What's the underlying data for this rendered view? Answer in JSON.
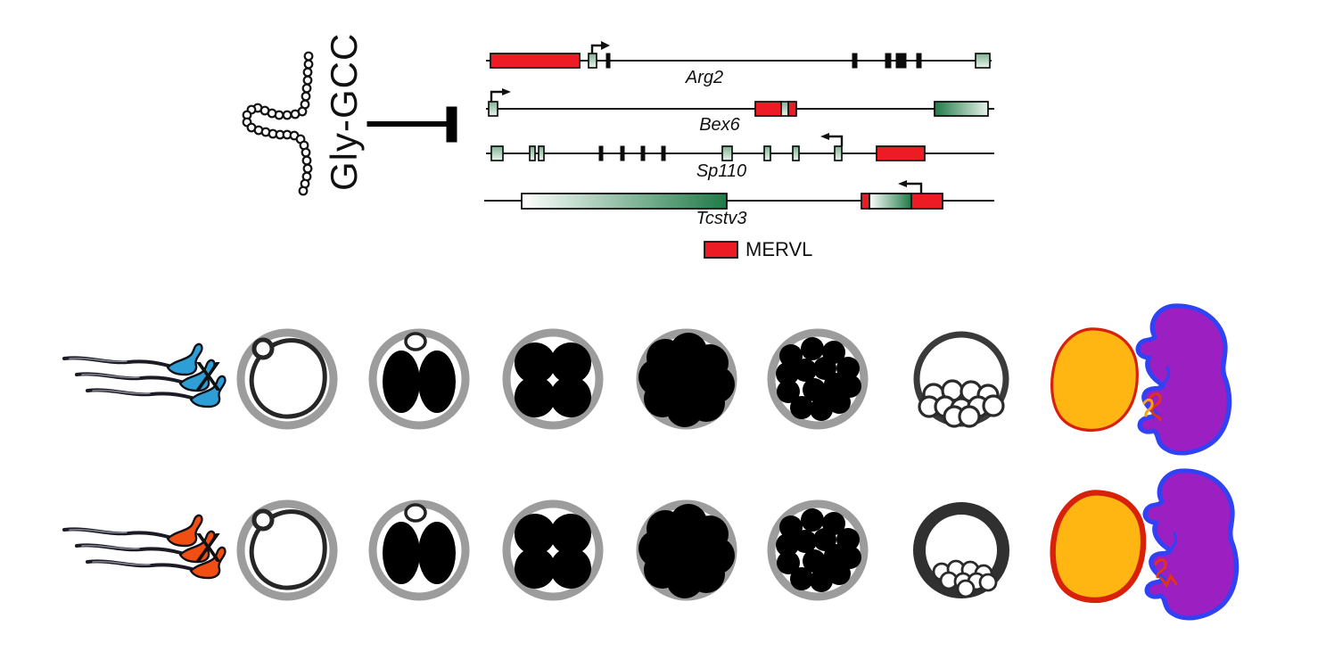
{
  "figure": {
    "trna": {
      "label": "Gly-GCC",
      "icon": "trna-5prime-fragment-icon"
    },
    "inhibition": {
      "icon": "inhibition-bar-icon"
    },
    "genes": [
      {
        "name": "Arg2"
      },
      {
        "name": "Bex6"
      },
      {
        "name": "Sp110"
      },
      {
        "name": "Tcstv3"
      }
    ],
    "legend": {
      "label": "MERVL"
    },
    "rows": [
      {
        "sperm_icon": "blue-sperm-icon",
        "cross": "X",
        "stages": [
          "zygote",
          "2-cell",
          "4-cell",
          "8-cell",
          "morula",
          "blastocyst",
          "embryo-with-placenta"
        ]
      },
      {
        "sperm_icon": "orange-sperm-icon",
        "cross": "X",
        "stages": [
          "zygote",
          "2-cell",
          "4-cell",
          "8-cell",
          "morula",
          "blastocyst",
          "embryo-with-placenta"
        ]
      }
    ],
    "colors": {
      "mervl-red": "#ED1C24",
      "exon-green-light": "#BAD8C6",
      "exon-green-dark": "#1F7A48",
      "zona-gray": "#9C9C9C",
      "blastocyst-dark": "#3A3A3A",
      "sperm-blue": "#2E9FD6",
      "sperm-orange": "#F04E12",
      "placenta-orange": "#FFB612",
      "placenta-outline-red": "#D8200A",
      "embryo-purple": "#9B1FC1",
      "embryo-outline-blue": "#3142F5",
      "line-black": "#111111"
    }
  }
}
